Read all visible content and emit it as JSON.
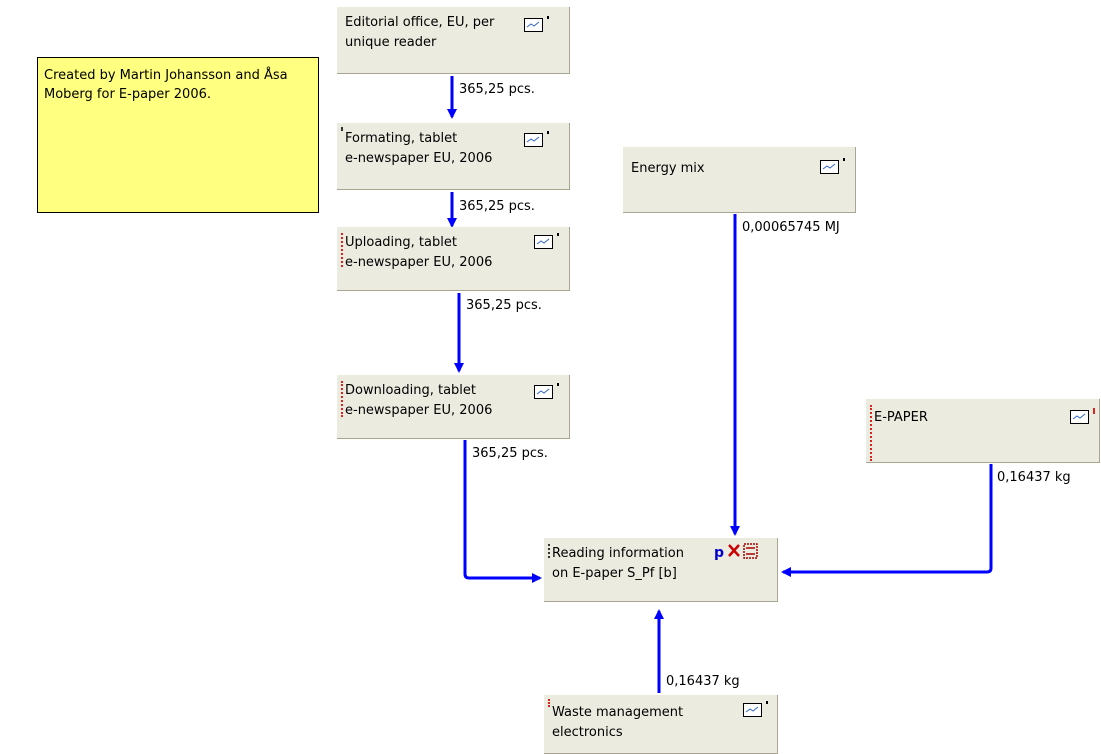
{
  "note": {
    "text": "Created by Martin Johansson and Åsa Moberg for E-paper 2006."
  },
  "processes": {
    "editorial": {
      "line1": "Editorial office, EU, per",
      "line2": "unique reader"
    },
    "formating": {
      "line1": "Formating, tablet",
      "line2": "e-newspaper EU, 2006"
    },
    "uploading": {
      "line1": "Uploading, tablet",
      "line2": "e-newspaper EU, 2006"
    },
    "downloading": {
      "line1": "Downloading, tablet",
      "line2": "e-newspaper EU, 2006"
    },
    "energy_mix": {
      "line1": "Energy mix"
    },
    "epaper": {
      "line1": "E-PAPER"
    },
    "reading": {
      "line1": "Reading information",
      "line2": "on E-paper S_Pf [b]",
      "param_marker": "p"
    },
    "waste": {
      "line1": "Waste management",
      "line2": "electronics"
    }
  },
  "flows": {
    "editorial_to_formating": "365,25 pcs.",
    "formating_to_uploading": "365,25 pcs.",
    "uploading_to_downloading": "365,25 pcs.",
    "downloading_to_reading": "365,25 pcs.",
    "energy_to_reading": "0,00065745 MJ",
    "epaper_to_reading": "0,16437 kg",
    "waste_to_reading": "0,16437 kg"
  },
  "colors": {
    "flow": "#0000ff",
    "note_bg": "#ffff80",
    "box_bg": "#ecebdf"
  }
}
